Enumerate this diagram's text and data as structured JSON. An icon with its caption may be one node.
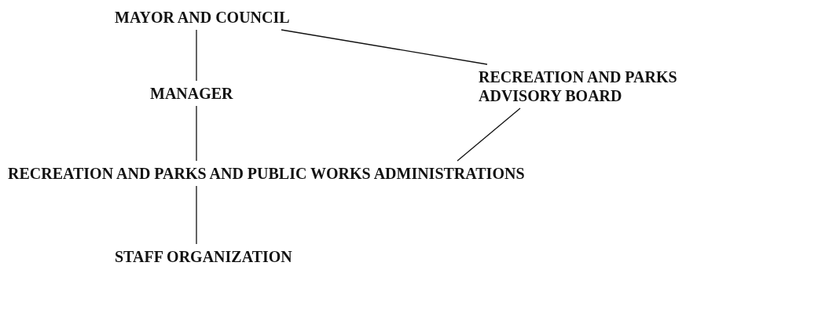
{
  "diagram": {
    "nodes": [
      {
        "text": [
          "MAYOR AND COUNCIL"
        ]
      },
      {
        "text": [
          "MANAGER"
        ]
      },
      {
        "text": [
          "RECREATION AND PARKS ADVISORY BOARD"
        ]
      },
      {
        "text": [
          "RECREATION AND PARKS AND PUBLIC WORKS ADMINISTRATIONS"
        ]
      },
      {
        "text": [
          "STAFF ORGANIZATION"
        ]
      }
    ],
    "edges": [
      {
        "from": 0,
        "to": 1,
        "arrow": "none"
      },
      {
        "from": 0,
        "to": 2,
        "arrow": "none"
      },
      {
        "from": 1,
        "to": 3,
        "arrow": "none"
      },
      {
        "from": 2,
        "to": 3,
        "arrow": "none"
      },
      {
        "from": 3,
        "to": 4,
        "arrow": "none"
      }
    ]
  }
}
